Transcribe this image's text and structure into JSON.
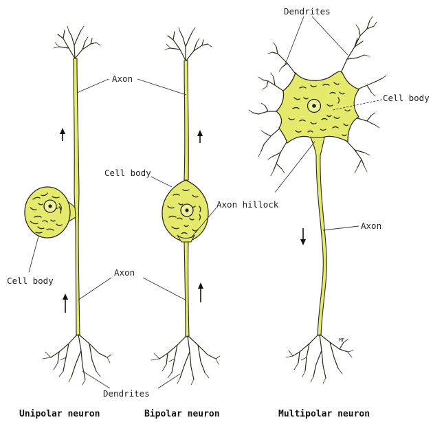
{
  "labels": {
    "dendrites_top": "Dendrites",
    "cell_body_right": "Cell body",
    "axon_top": "Axon",
    "cell_body_middle": "Cell body",
    "axon_hillock": "Axon hillock",
    "axon_right": "Axon",
    "cell_body_left": "Cell body",
    "axon_bottom": "Axon",
    "dendrites_bottom": "Dendrites"
  },
  "captions": {
    "unipolar": "Unipolar neuron",
    "bipolar": "Bipolar neuron",
    "multipolar": "Multipolar neuron"
  },
  "signature": "MF",
  "colors": {
    "cytoplasm": "#e6ea6c",
    "outline": "#2a2a14",
    "background": "#ffffff"
  }
}
